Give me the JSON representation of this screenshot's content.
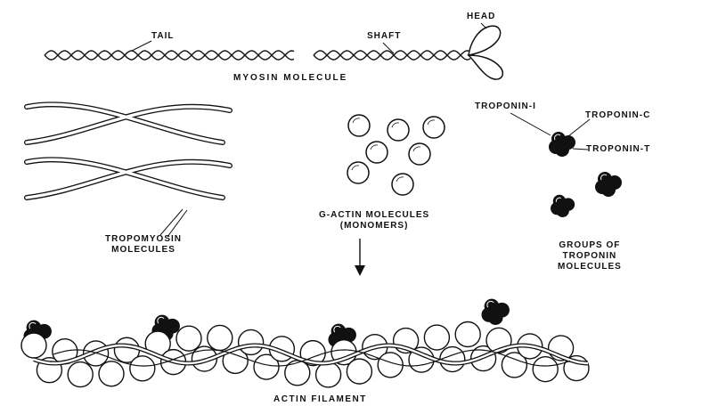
{
  "labels": {
    "tail": "TAIL",
    "shaft": "SHAFT",
    "head": "HEAD",
    "myosin_molecule": "MYOSIN MOLECULE",
    "tropomyosin_line1": "TROPOMYOSIN",
    "tropomyosin_line2": "MOLECULES",
    "g_actin_line1": "G-ACTIN MOLECULES",
    "g_actin_line2": "(MONOMERS)",
    "troponin_i": "TROPONIN-I",
    "troponin_c": "TROPONIN-C",
    "troponin_t": "TROPONIN-T",
    "groups_line1": "GROUPS OF",
    "groups_line2": "TROPONIN",
    "groups_line3": "MOLECULES",
    "actin_filament": "ACTIN FILAMENT"
  },
  "colors": {
    "ink": "#111111",
    "fill": "#ffffff",
    "troponin": "#111111"
  }
}
